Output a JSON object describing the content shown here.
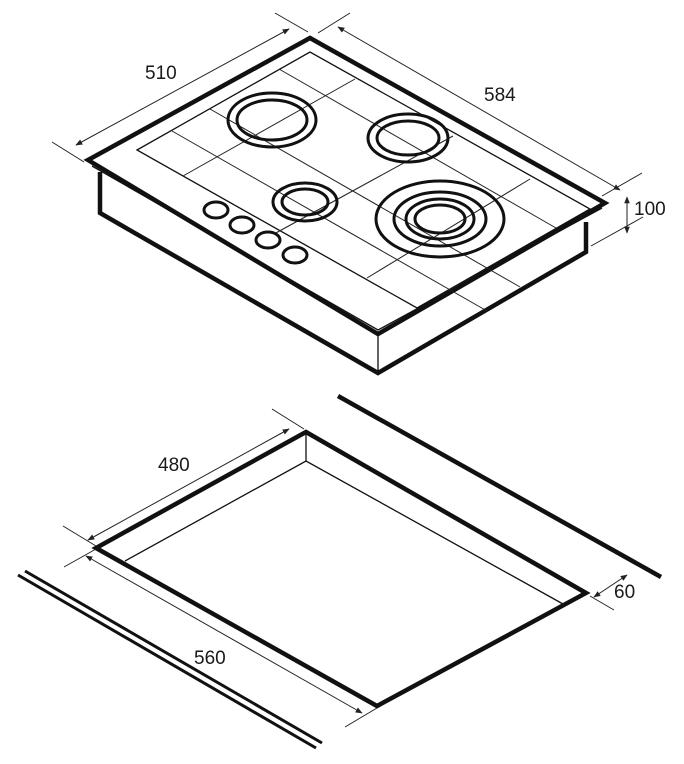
{
  "hob": {
    "dimensions": {
      "depth": "510",
      "width": "584",
      "height": "100"
    },
    "burners": 4,
    "knobs": 4
  },
  "cutout": {
    "dimensions": {
      "depth": "480",
      "width": "560",
      "clearance": "60"
    }
  },
  "colors": {
    "line": "#111111",
    "background": "#ffffff"
  }
}
